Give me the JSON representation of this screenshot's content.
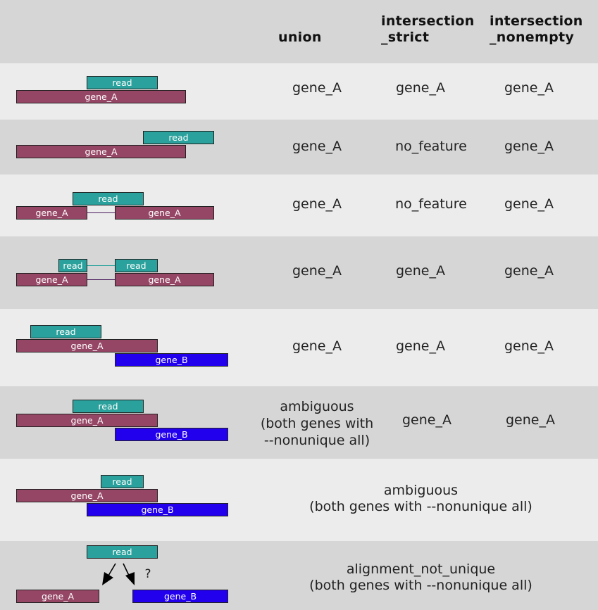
{
  "header": {
    "col_union": "union",
    "col_strict_1": "intersection",
    "col_strict_2": "_strict",
    "col_nonempty_1": "intersection",
    "col_nonempty_2": "_nonempty"
  },
  "labels": {
    "read": "read",
    "gene_a": "gene_A",
    "gene_b": "gene_B",
    "question": "?"
  },
  "rows": [
    {
      "union": "gene_A",
      "strict": "gene_A",
      "nonempty": "gene_A"
    },
    {
      "union": "gene_A",
      "strict": "no_feature",
      "nonempty": "gene_A"
    },
    {
      "union": "gene_A",
      "strict": "no_feature",
      "nonempty": "gene_A"
    },
    {
      "union": "gene_A",
      "strict": "gene_A",
      "nonempty": "gene_A"
    },
    {
      "union": "gene_A",
      "strict": "gene_A",
      "nonempty": "gene_A"
    },
    {
      "union_1": "ambiguous",
      "union_2": "(both genes with",
      "union_3": "--nonunique all)",
      "strict": "gene_A",
      "nonempty": "gene_A"
    },
    {
      "merged_1": "ambiguous",
      "merged_2": "(both genes with --nonunique all)"
    },
    {
      "merged_1": "alignment_not_unique",
      "merged_2": "(both genes with --nonunique all)"
    }
  ],
  "colors": {
    "read": "#2aa19c",
    "gene_a": "#964665",
    "gene_b": "#2200ee",
    "row_dark": "#d6d6d6",
    "row_light": "#ececec"
  }
}
